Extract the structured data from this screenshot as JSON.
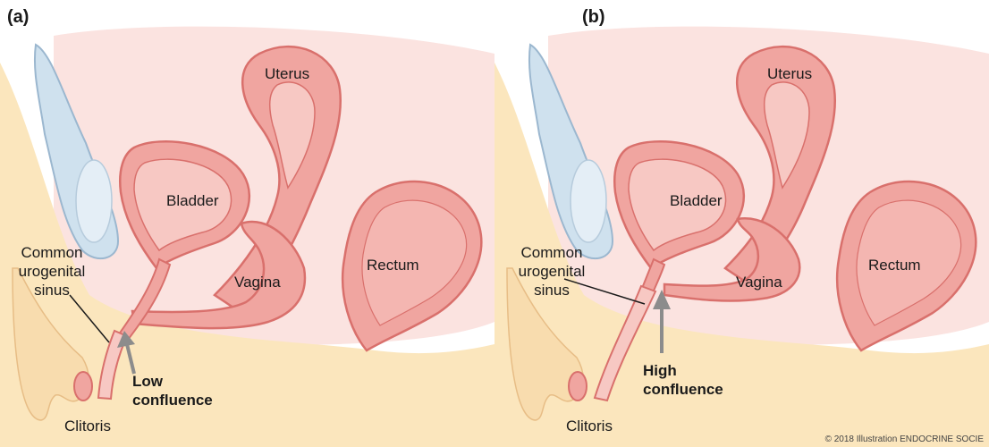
{
  "panels": [
    {
      "tag": "(a)",
      "labels": {
        "uterus": "Uterus",
        "bladder": "Bladder",
        "rectum": "Rectum",
        "vagina": "Vagina",
        "sinus_line1": "Common",
        "sinus_line2": "urogenital",
        "sinus_line3": "sinus",
        "clitoris": "Clitoris",
        "confluence_line1": "Low",
        "confluence_line2": "confluence"
      }
    },
    {
      "tag": "(b)",
      "labels": {
        "uterus": "Uterus",
        "bladder": "Bladder",
        "rectum": "Rectum",
        "vagina": "Vagina",
        "sinus_line1": "Common",
        "sinus_line2": "urogenital",
        "sinus_line3": "sinus",
        "clitoris": "Clitoris",
        "confluence_line1": "High",
        "confluence_line2": "confluence"
      }
    }
  ],
  "copyright": "© 2018 Illustration ENDOCRINE SOCIE",
  "colors": {
    "skin": "#fbe6bd",
    "tissue_light": "#f9d8d2",
    "organ_fill": "#f0a5a0",
    "organ_outline": "#d9706c",
    "organ_inner": "#f7c8c3",
    "bone": "#cfe1ee",
    "bone_outline": "#9bb7cf",
    "arrow": "#8c8c8c"
  }
}
